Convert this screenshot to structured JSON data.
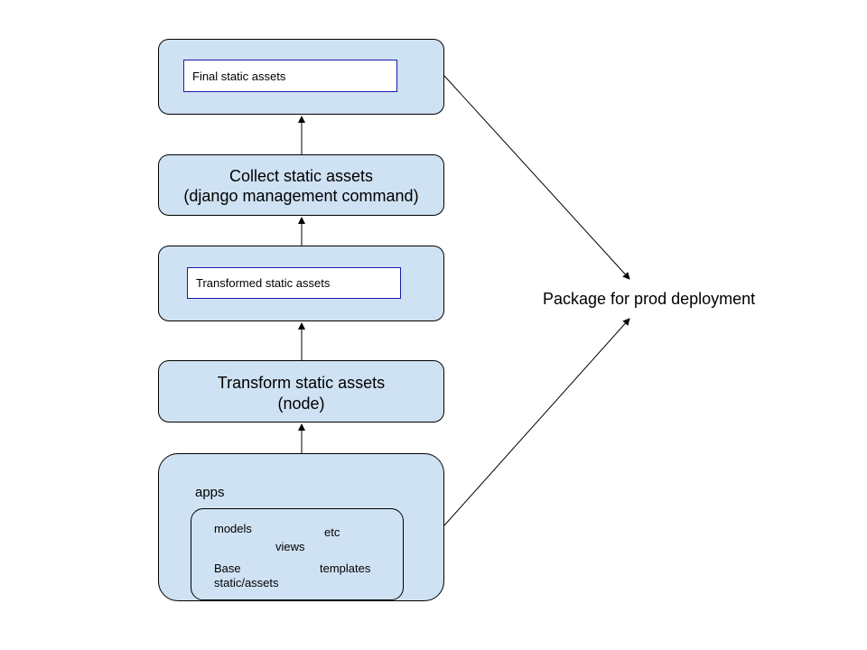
{
  "final_box": {
    "inner_label": "Final static assets"
  },
  "collect_box": {
    "line1": "Collect static assets",
    "line2": "(django management command)"
  },
  "transformed_box": {
    "inner_label": "Transformed static assets"
  },
  "transform_box": {
    "line1": "Transform static assets",
    "line2": "(node)"
  },
  "apps_box": {
    "title": "apps",
    "items": {
      "models": "models",
      "views": "views",
      "etc": "etc",
      "base_line1": "Base",
      "base_line2": "static/assets",
      "templates": "templates"
    }
  },
  "package_label": "Package for prod deployment",
  "colors": {
    "box_fill": "#cfe2f3",
    "inner_border": "#1a1aaa",
    "stroke": "#000000"
  }
}
